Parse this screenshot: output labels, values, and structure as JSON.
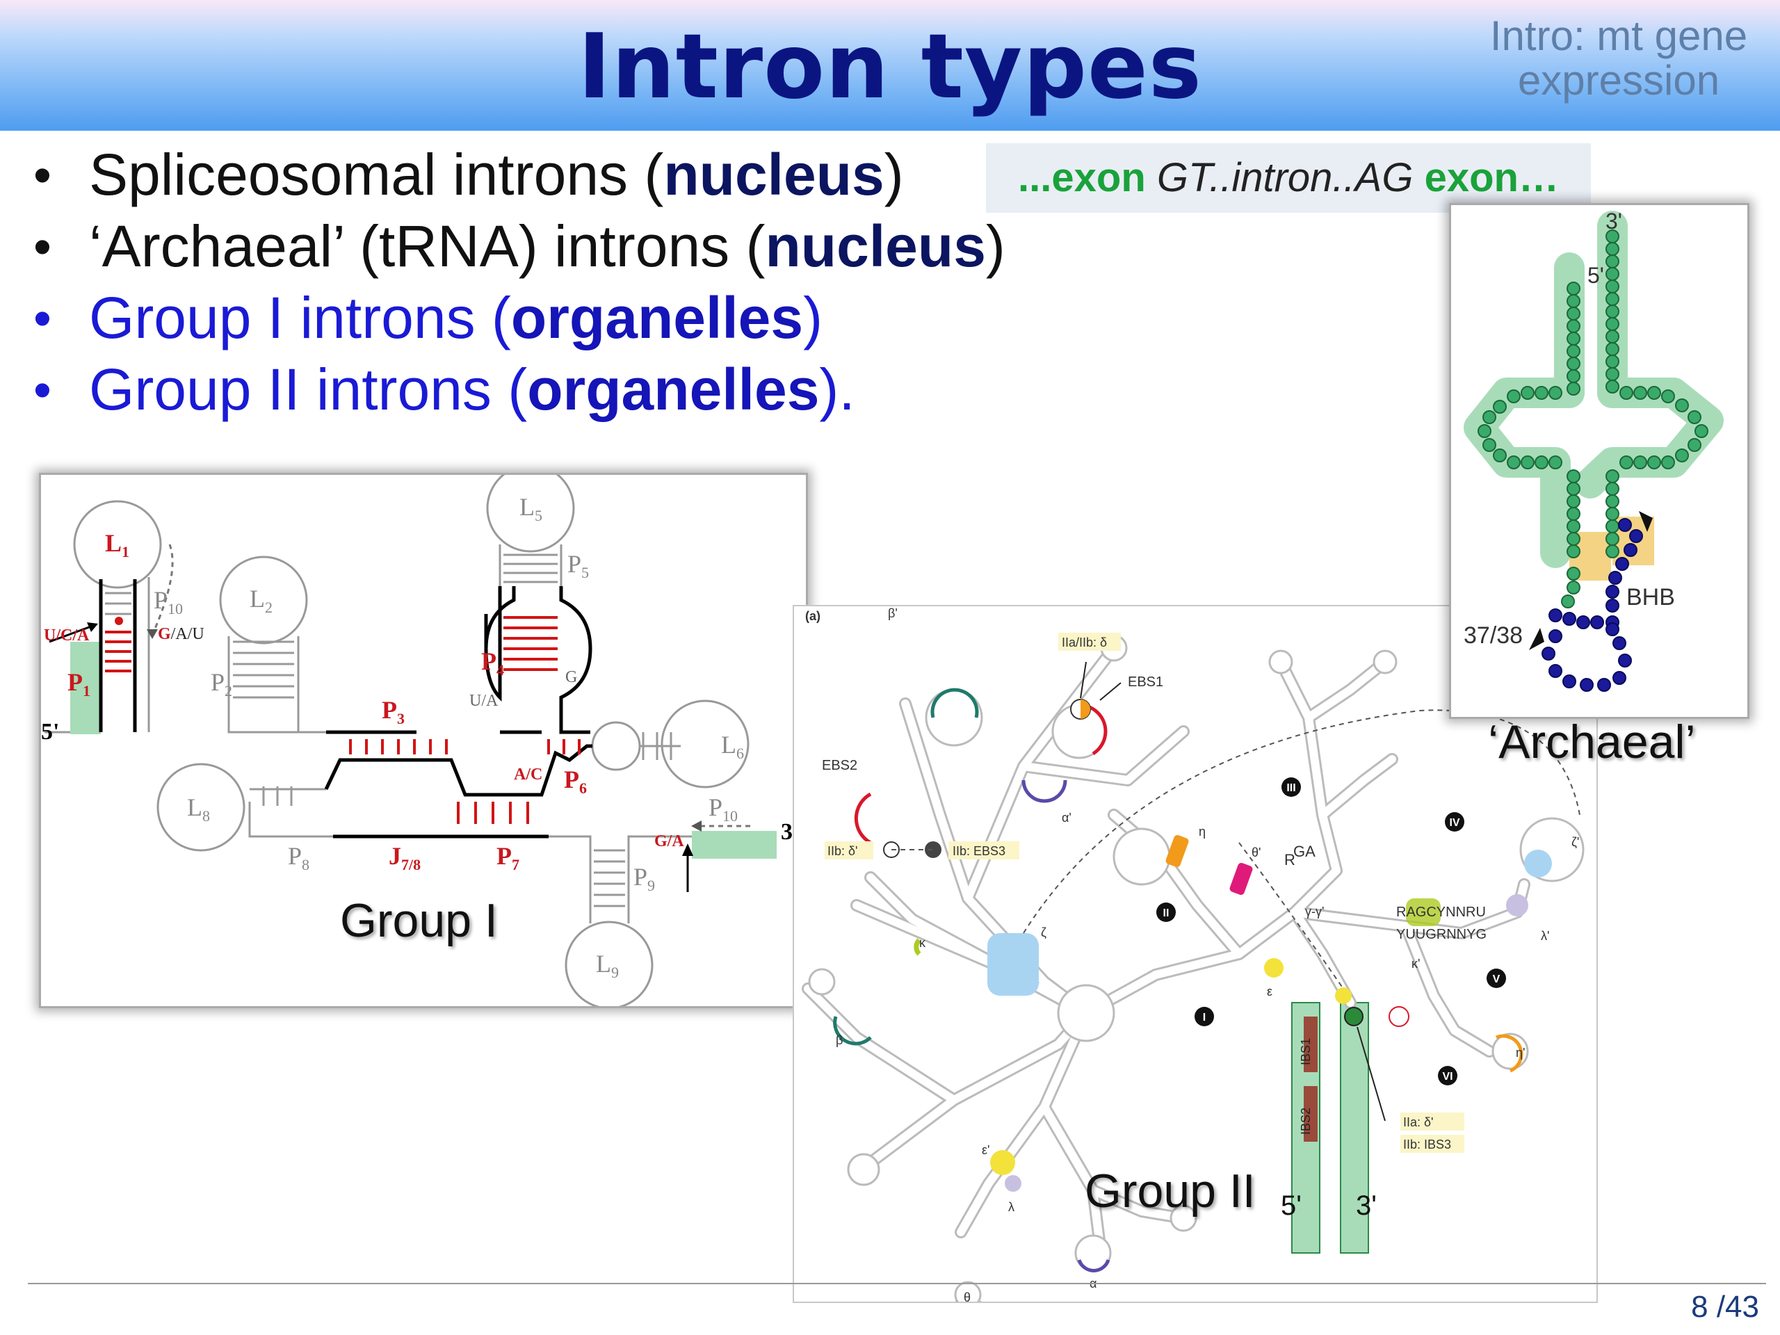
{
  "slide": {
    "title": "Intron types",
    "corner_label": "Intro: mt gene expression",
    "bullets": [
      {
        "text": "Spliceosomal introns (",
        "bold": "nucleus",
        "end": ")"
      },
      {
        "text": "‘Archaeal’ (tRNA) introns  (",
        "bold": "nucleus",
        "end": ")"
      },
      {
        "text": "Group I introns (",
        "bold": "organelles",
        "end": ")"
      },
      {
        "text": "Group II introns (",
        "bold": "organelles",
        "end": ")."
      }
    ],
    "splice_site": {
      "exon_left": "...exon",
      "intron": "GT..intron..AG",
      "exon_right": "exon…"
    },
    "page": {
      "current": "8",
      "total": "/43"
    },
    "colors": {
      "title": "#0b1582",
      "bullet_blue": "#1a1ad6",
      "exon_green": "#1aa23a"
    }
  },
  "group1": {
    "caption": "Group I",
    "labels": {
      "L1": "L",
      "L1_sub": "1",
      "L2": "L",
      "L2_sub": "2",
      "L5": "L",
      "L5_sub": "5",
      "L6": "L",
      "L6_sub": "6",
      "L8": "L",
      "L8_sub": "8",
      "L9": "L",
      "L9_sub": "9",
      "P1": "P",
      "P1_sub": "1",
      "P2": "P",
      "P2_sub": "2",
      "P3": "P",
      "P3_sub": "3",
      "P4": "P",
      "P4_sub": "4",
      "P5": "P",
      "P5_sub": "5",
      "P6": "P",
      "P6_sub": "6",
      "P7": "P",
      "P7_sub": "7",
      "P8": "P",
      "P8_sub": "8",
      "P9": "P",
      "P9_sub": "9",
      "P10": "P",
      "P10_sub": "10",
      "P10b": "P",
      "P10b_sub": "10",
      "J78": "J",
      "J78_sub": "7/8",
      "UCA": "U/C/A",
      "GAU_g": "G",
      "GAU_rest": "/A/U",
      "G": "G",
      "UA": "U/A",
      "AC": "A/C",
      "GA_g": "G",
      "GA_a": "/A",
      "five": "5'",
      "three": "3'"
    }
  },
  "group2": {
    "caption": "Group II",
    "labels": {
      "a": "(a)",
      "beta_p": "β'",
      "beta": "β",
      "alpha": "α",
      "alpha_p": "α'",
      "EBS2": "EBS2",
      "EBS1": "EBS1",
      "IIaIIb_delta": "IIa/IIb: δ",
      "IIb_delta_p": "IIb: δ'",
      "IIb_EBS3": "IIb: EBS3",
      "kappa": "κ",
      "zeta": "ζ",
      "eta": "η",
      "theta_p": "θ'",
      "R": "R",
      "GA": "GA",
      "gamma": "γ-γ'",
      "I": "I",
      "II": "II",
      "III": "III",
      "IV": "IV",
      "V": "V",
      "VI": "VI",
      "zeta_p": "ζ'",
      "lambda_p": "λ'",
      "kappa_p": "κ'",
      "eta_p": "η'",
      "epsilon": "ε",
      "epsilon_p": "ε'",
      "lambda": "λ",
      "theta": "θ",
      "rag": "RAGCYNNRU",
      "yuug": "YUUGRNNYG",
      "IBS1": "IBS1",
      "IBS2": "IBS2",
      "IIa_delta_p": "IIa: δ'",
      "IIb_IBS3": "IIb: IBS3",
      "five": "5'",
      "three": "3'"
    }
  },
  "archaeal": {
    "caption": "‘Archaeal’",
    "labels": {
      "three": "3'",
      "five": "5'",
      "BHB": "BHB",
      "site": "37/38"
    }
  }
}
